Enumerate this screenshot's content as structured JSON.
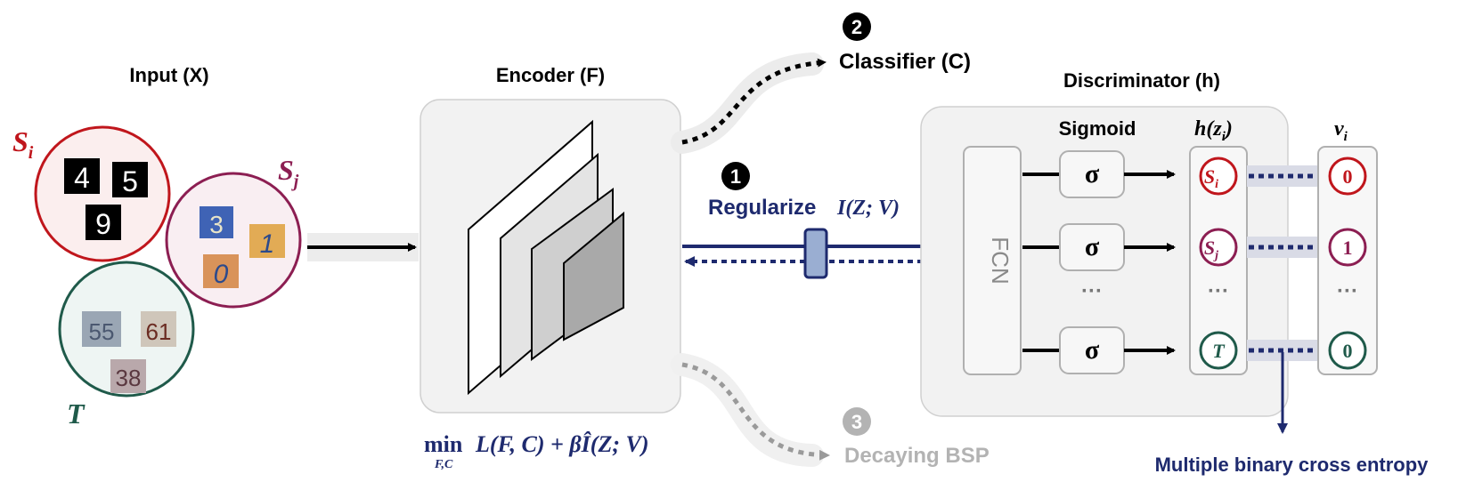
{
  "colors": {
    "si": "#c0161c",
    "sj": "#8c1e52",
    "t": "#1f5a4a",
    "navy": "#1e2a6e",
    "panel": "#f2f2f2",
    "panel_border": "#d0d0d0",
    "muted": "#b3b3b3"
  },
  "input": {
    "title": "Input (X)",
    "si_label": "S",
    "si_sub": "i",
    "sj_label": "S",
    "sj_sub": "j",
    "t_label": "T",
    "si_digits": [
      "4",
      "5",
      "9"
    ],
    "sj_digits": [
      "3",
      "1",
      "0"
    ],
    "t_digits": [
      "55",
      "61",
      "38"
    ]
  },
  "encoder": {
    "title": "Encoder (F)",
    "objective": {
      "min": "min",
      "sub": "F,C",
      "rest": "L(F, C) + βÎ(Z; V)"
    }
  },
  "steps": {
    "classifier": {
      "num": "2",
      "label": "Classifier (C)"
    },
    "regularize": {
      "num": "1",
      "label": "Regularize",
      "formula": "I(Z; V)"
    },
    "decaying": {
      "num": "3",
      "label": "Decaying BSP"
    }
  },
  "discriminator": {
    "title": "Discriminator (h)",
    "fcn_label": "FCN",
    "sigmoid_header": "Sigmoid",
    "sigma": "σ",
    "ellipsis": "···",
    "h_header_fn": "h",
    "h_header_arg": "z",
    "h_header_sub": "i",
    "v_header": "v",
    "v_header_sub": "i",
    "outputs": [
      {
        "label": "S",
        "sub": "i"
      },
      {
        "label": "S",
        "sub": "j"
      },
      {
        "label": "T",
        "sub": ""
      }
    ],
    "targets": [
      "0",
      "1",
      "0"
    ],
    "loss_label": "Multiple binary cross entropy"
  }
}
